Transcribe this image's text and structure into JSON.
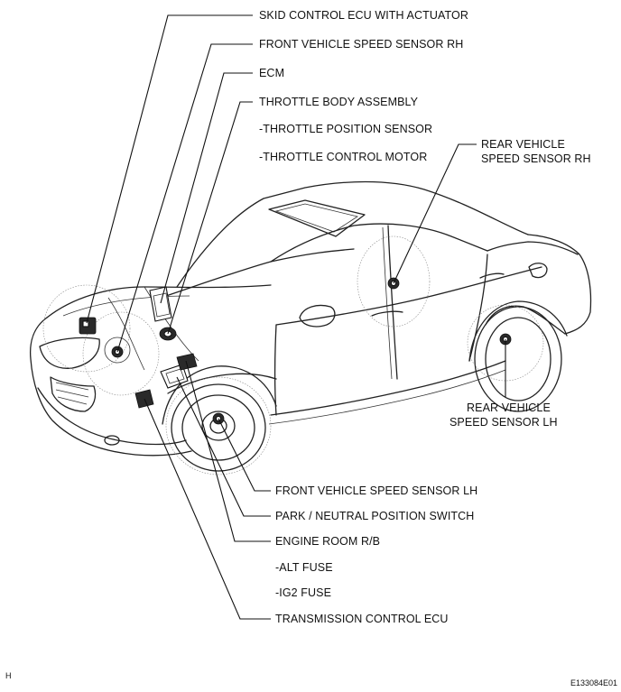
{
  "labels": {
    "skid_control_ecu": "SKID CONTROL ECU WITH ACTUATOR",
    "front_speed_sensor_rh": "FRONT VEHICLE SPEED SENSOR RH",
    "ecm": "ECM",
    "throttle_body": "THROTTLE BODY ASSEMBLY",
    "throttle_position_sensor": "-THROTTLE POSITION SENSOR",
    "throttle_control_motor": "-THROTTLE CONTROL MOTOR",
    "rear_speed_sensor_rh_1": "REAR VEHICLE",
    "rear_speed_sensor_rh_2": "SPEED SENSOR RH",
    "rear_speed_sensor_lh_1": "REAR VEHICLE",
    "rear_speed_sensor_lh_2": "SPEED SENSOR LH",
    "front_speed_sensor_lh": "FRONT VEHICLE SPEED SENSOR LH",
    "park_neutral_switch": "PARK / NEUTRAL POSITION SWITCH",
    "engine_room_rb": "ENGINE ROOM R/B",
    "alt_fuse": "-ALT FUSE",
    "ig2_fuse": "-IG2 FUSE",
    "transmission_ecu": "TRANSMISSION CONTROL ECU"
  },
  "corner_marks": {
    "left": "H",
    "right": "E133084E01"
  }
}
